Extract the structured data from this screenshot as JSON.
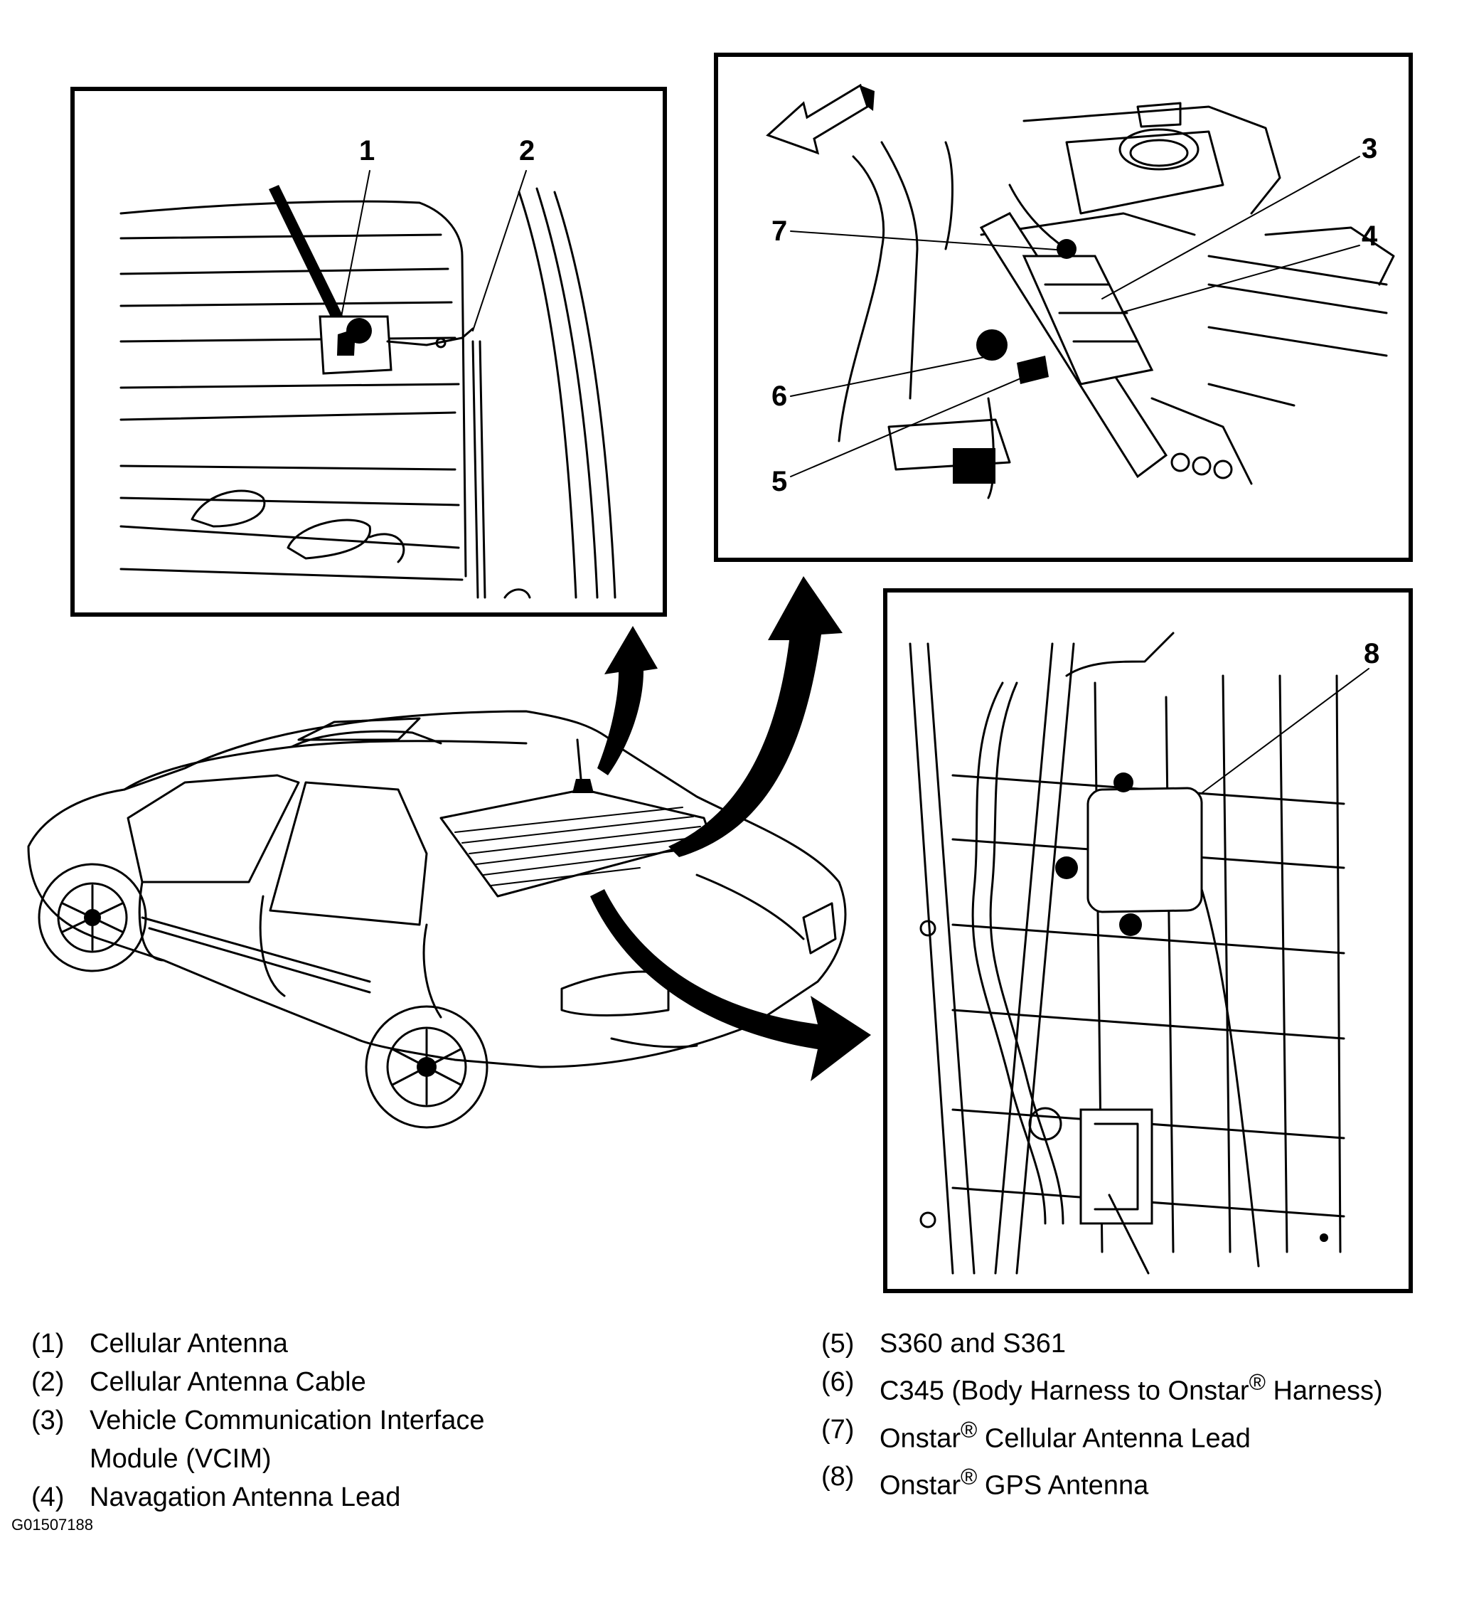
{
  "callouts": {
    "c1": "1",
    "c2": "2",
    "c3": "3",
    "c4": "4",
    "c5": "5",
    "c6": "6",
    "c7": "7",
    "c8": "8"
  },
  "legend": {
    "left": [
      {
        "num": "(1)",
        "text": "Cellular Antenna"
      },
      {
        "num": "(2)",
        "text": "Cellular Antenna Cable"
      },
      {
        "num": "(3)",
        "text": "Vehicle Communication Interface\nModule (VCIM)"
      },
      {
        "num": "(4)",
        "text": "Navagation Antenna Lead"
      }
    ],
    "right": [
      {
        "num": "(5)",
        "text": "S360 and S361"
      },
      {
        "num": "(6)",
        "pre": "C345 (Body Harness to Onstar",
        "reg": "®",
        "post": " Harness)"
      },
      {
        "num": "(7)",
        "pre": "Onstar",
        "reg": "®",
        "post": " Cellular Antenna Lead"
      },
      {
        "num": "(8)",
        "pre": "Onstar",
        "reg": "®",
        "post": " GPS Antenna"
      }
    ]
  },
  "figure_id": "G01507188"
}
